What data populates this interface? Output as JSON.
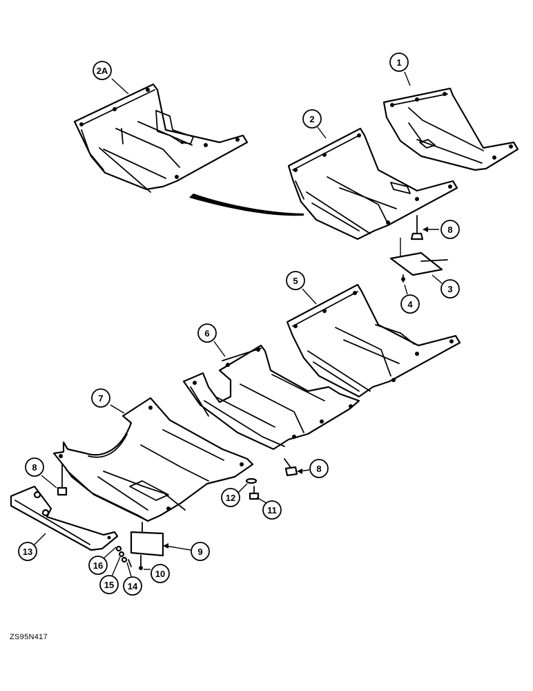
{
  "callouts": {
    "c1": "1",
    "c2": "2",
    "c2a": "2A",
    "c3": "3",
    "c4": "4",
    "c5": "5",
    "c6": "6",
    "c7": "7",
    "c8a": "8",
    "c8b": "8",
    "c8c": "8",
    "c9": "9",
    "c10": "10",
    "c11": "11",
    "c12": "12",
    "c13": "13",
    "c14": "14",
    "c15": "15",
    "c16": "16"
  },
  "drawing_code": "ZS95N417"
}
